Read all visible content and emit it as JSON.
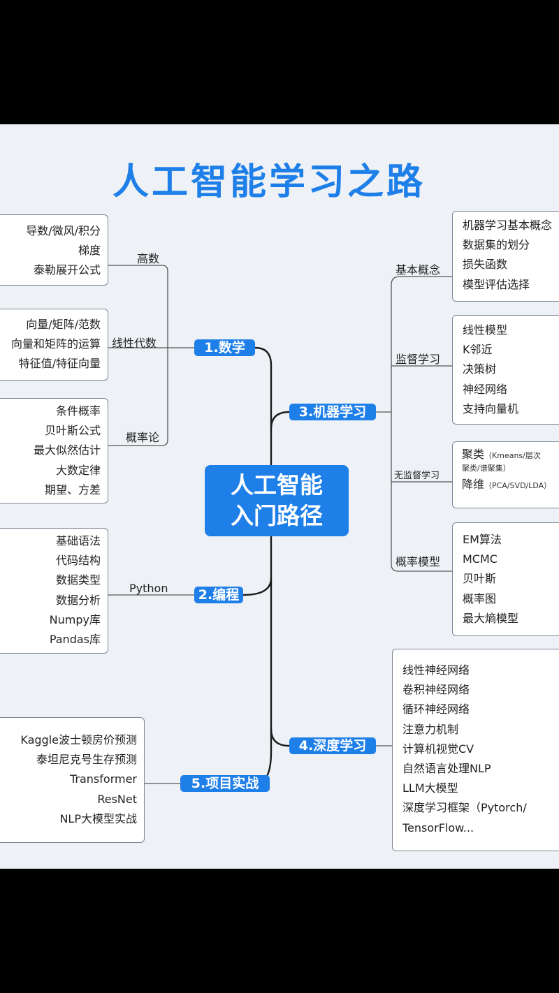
{
  "title": "人工智能学习之路",
  "center": {
    "line1": "人工智能",
    "line2": "入门路径"
  },
  "branches": {
    "math": "1.数学",
    "programming": "2.编程",
    "ml": "3.机器学习",
    "dl": "4.深度学习",
    "projects": "5.项目实战"
  },
  "math": {
    "calculus": {
      "label": "高数",
      "items": [
        "导数/微风/积分",
        "梯度",
        "泰勒展开公式"
      ]
    },
    "linear_algebra": {
      "label": "线性代数",
      "items": [
        "向量/矩阵/范数",
        "向量和矩阵的运算",
        "特征值/特征向量"
      ]
    },
    "probability": {
      "label": "概率论",
      "items": [
        "条件概率",
        "贝叶斯公式",
        "最大似然估计",
        "大数定律",
        "期望、方差"
      ]
    }
  },
  "programming": {
    "python": {
      "label": "Python",
      "items": [
        "基础语法",
        "代码结构",
        "数据类型",
        "数据分析",
        "Numpy库",
        "Pandas库"
      ]
    }
  },
  "projects": {
    "items": [
      "Kaggle波士顿房价预测",
      "泰坦尼克号生存预测",
      "Transformer",
      "ResNet",
      "NLP大模型实战"
    ]
  },
  "ml": {
    "basics": {
      "label": "基本概念",
      "items": [
        "机器学习基本概念",
        "数据集的划分",
        "损失函数",
        "模型评估选择"
      ]
    },
    "supervised": {
      "label": "监督学习",
      "items": [
        "线性模型",
        "K邻近",
        "决策树",
        "神经网络",
        "支持向量机"
      ]
    },
    "unsupervised": {
      "label": "无监督学习",
      "clustering": {
        "main": "聚类",
        "note": "（Kmeans/层次",
        "note2": "聚类/谱聚集）"
      },
      "reduction": {
        "main": "降维",
        "note": "（PCA/SVD/LDA）"
      }
    },
    "probabilistic": {
      "label": "概率模型",
      "items": [
        "EM算法",
        "MCMC",
        "贝叶斯",
        "概率图",
        "最大熵模型"
      ]
    }
  },
  "dl": {
    "items": [
      "线性神经网络",
      "卷积神经网络",
      "循环神经网络",
      "注意力机制",
      "计算机视觉CV",
      "自然语言处理NLP",
      "LLM大模型",
      "深度学习框架（Pytorch/",
      "TensorFlow..."
    ]
  },
  "colors": {
    "accent": "#1e7fe8",
    "line": "#1a1a1a",
    "border": "#7d8794",
    "background": "#eef2f6"
  }
}
